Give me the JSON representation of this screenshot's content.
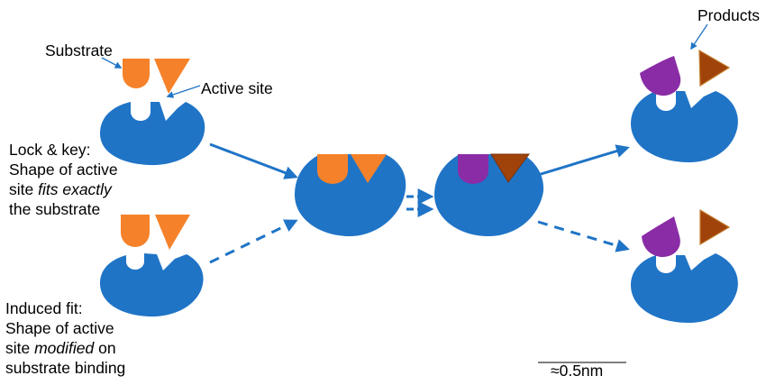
{
  "labels": {
    "substrate": "Substrate",
    "active_site": "Active site",
    "products": "Products",
    "lock_key_title": "Lock & key:",
    "lock_key_line2": "Shape of active",
    "lock_key_line3_pre": "site ",
    "lock_key_line3_em": "fits exactly",
    "lock_key_line4": "the substrate",
    "induced_title": "Induced fit:",
    "induced_line2": "Shape of active",
    "induced_line3_pre": "site ",
    "induced_line3_em": "modified",
    "induced_line3_post": " on",
    "induced_line4": "substrate binding",
    "scale": "≈0.5nm"
  },
  "colors": {
    "enzyme": "#1F74C6",
    "substrate": "#F5822A",
    "product_a": "#8A2CA6",
    "product_b": "#A0430A",
    "arrow": "#1F74C6"
  }
}
